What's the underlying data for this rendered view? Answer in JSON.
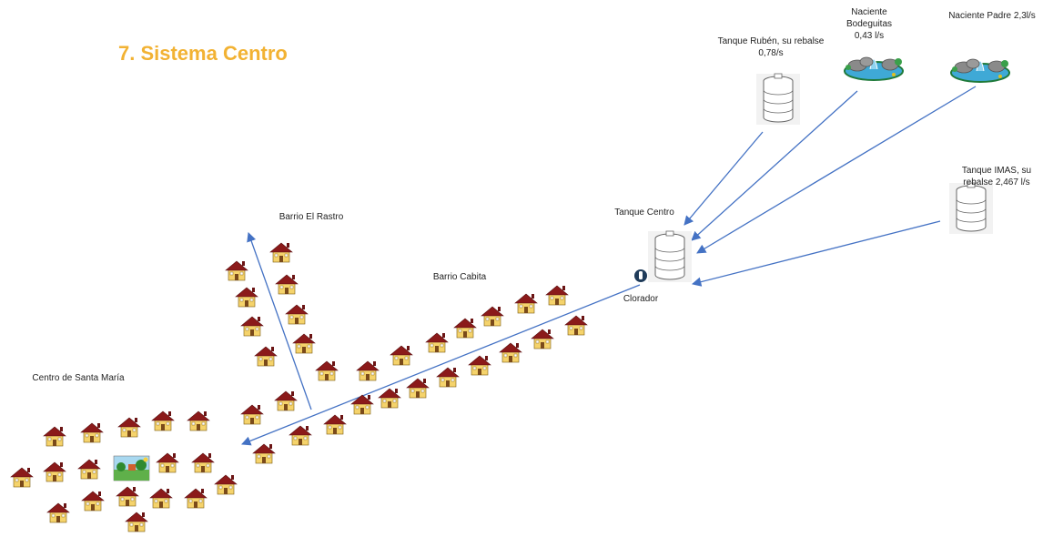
{
  "title": "7. Sistema Centro",
  "labels": {
    "tanque_ruben_1": "Tanque Rubén, su rebalse",
    "tanque_ruben_2": "0,78/s",
    "naciente_bod_1": "Naciente",
    "naciente_bod_2": "Bodeguitas",
    "naciente_bod_3": "0,43 l/s",
    "naciente_padre": "Naciente Padre 2,3l/s",
    "tanque_imas_1": "Tanque IMAS, su",
    "tanque_imas_2": "rebalse 2,467 l/s",
    "tanque_centro": "Tanque Centro",
    "clorador": "Clorador",
    "barrio_rastro": "Barrio El Rastro",
    "barrio_cabita": "Barrio Cabita",
    "centro_santa_maria": "Centro de Santa María"
  },
  "colors": {
    "title": "#F2B233",
    "arrow": "#4472C4",
    "house_wall": "#F5D36B",
    "house_roof": "#8B1A1A",
    "water": "#3FA9D6"
  }
}
